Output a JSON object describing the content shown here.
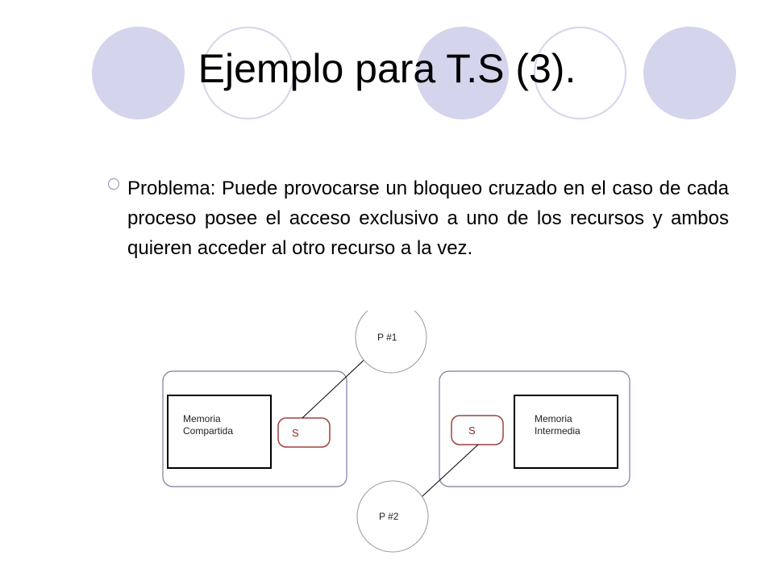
{
  "slide": {
    "title": "Ejemplo para T.S (3).",
    "bullet": "Problema: Puede provocarse un bloqueo cruzado en el caso de cada proceso posee el acceso exclusivo a uno de los recursos y ambos quieren acceder al otro recurso a la vez."
  },
  "diagram": {
    "process_1": "P #1",
    "process_2": "P #2",
    "left_memory_line1": "Memoria",
    "left_memory_line2": "Compartida",
    "right_memory_line1": "Memoria",
    "right_memory_line2": "Intermedia",
    "left_semaphore": "S",
    "right_semaphore": "S"
  },
  "colors": {
    "decoration": "#d4d4ec",
    "semaphore_border": "#a04040",
    "container_border": "#7a7aa0"
  }
}
